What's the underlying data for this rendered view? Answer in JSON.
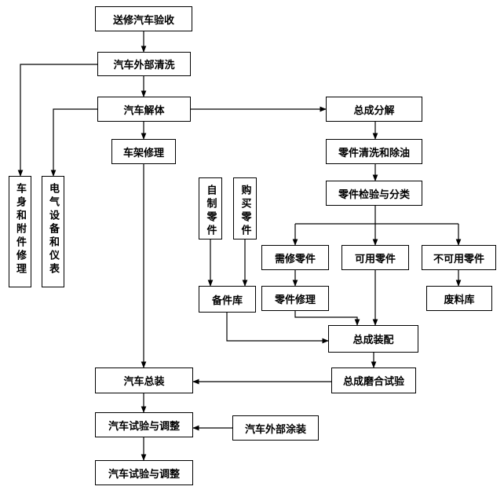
{
  "nodes": {
    "n1": "送修汽车验收",
    "n2": "汽车外部清洗",
    "n3": "汽车解体",
    "n4": "车架修理",
    "n5": "车身和附件修理",
    "n6": "电气设备和仪表",
    "n7": "总成分解",
    "n8": "零件清洗和除油",
    "n9": "零件检验与分类",
    "n10": "自制零件",
    "n11": "购买零件",
    "n12": "需修零件",
    "n13": "可用零件",
    "n14": "不可用零件",
    "n15": "零件修理",
    "n16": "废料库",
    "n17": "备件库",
    "n18": "总成装配",
    "n19": "总成磨合试验",
    "n20": "汽车总装",
    "n21": "汽车试验与调整",
    "n22": "汽车外部涂装",
    "n23": "汽车试验与调整"
  }
}
